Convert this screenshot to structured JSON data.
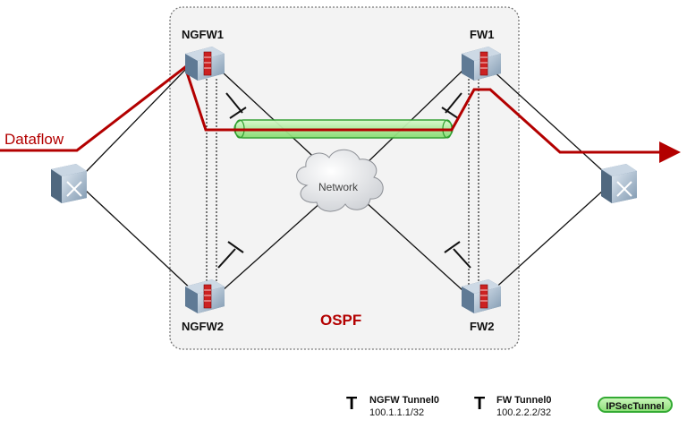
{
  "devices": {
    "ngfw1": "NGFW1",
    "ngfw2": "NGFW2",
    "fw1": "FW1",
    "fw2": "FW2"
  },
  "labels": {
    "dataflow": "Dataflow",
    "network": "Network",
    "area": "OSPF"
  },
  "legend": {
    "symbol": "T",
    "ngfw_tunnel_title": "NGFW Tunnel0",
    "ngfw_tunnel_ip": "100.1.1.1/32",
    "fw_tunnel_title": "FW Tunnel0",
    "fw_tunnel_ip": "100.2.2.2/32",
    "ipsec_tunnel": "IPSecTunnel"
  },
  "colors": {
    "dataflow": "#b30000",
    "tunnel_fill": "#b5f0a0",
    "tunnel_border": "#33aa33",
    "area_fill": "#f2f2f2",
    "device_body": "#a9bccd"
  },
  "icons": [
    "firewall-icon",
    "switch-icon",
    "cloud-icon",
    "tunnel-interface-icon"
  ]
}
